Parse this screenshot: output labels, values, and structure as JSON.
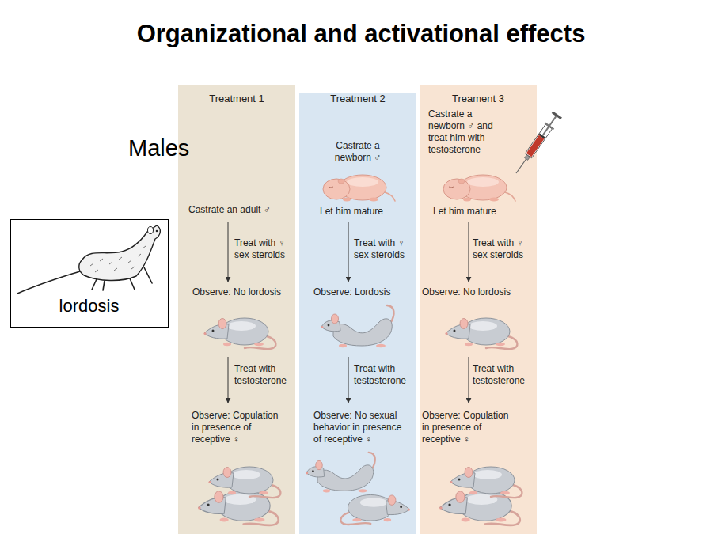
{
  "diagram": {
    "title": "Organizational and activational effects",
    "nodes": [
      {
        "text": [
          "lordosis"
        ]
      },
      {
        "text": [
          "Treatment 1",
          "Castrate an adult ♂",
          "Treat with ♀ sex steroids",
          "Observe: No lordosis",
          "Treat with testosterone",
          "Observe: Copulation in presence of receptive ♀"
        ]
      },
      {
        "text": [
          "Treatment 2",
          "Castrate a newborn ♂",
          "Let him mature",
          "Treat with ♀ sex steroids",
          "Observe: Lordosis",
          "Treat with testosterone",
          "Observe: No sexual behavior in presence of receptive ♀"
        ]
      },
      {
        "text": [
          "Treament 3",
          "Castrate a newborn ♂ and treat him with testosterone",
          "Let him mature",
          "Treat with ♀ sex steroids",
          "Observe: No lordosis",
          "Treat with testosterone",
          "Observe: Copulation in presence of receptive ♀"
        ]
      }
    ],
    "labels": [
      "Males"
    ]
  }
}
